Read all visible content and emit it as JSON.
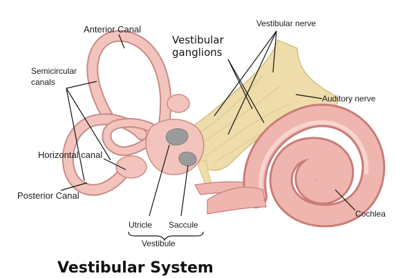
{
  "title": "Vestibular System",
  "labels": {
    "anterior_canal": "Anterior Canal",
    "semicircular_1": "Semicircular",
    "semicircular_2": "canals",
    "vestibular_ganglions_1": "Vestibular",
    "vestibular_ganglions_2": "ganglions",
    "vestibular_nerve": "Vestibular nerve",
    "auditory_nerve": "Auditory nerve",
    "horizontal_canal": "Horizontal canal",
    "posterior_canal": "Posterior Canal",
    "cochlea": "Cochlea",
    "utricle": "Utricle",
    "saccule": "Saccule",
    "vestibule": "Vestibule"
  },
  "colors": {
    "canal_fill": "#f2c4bd",
    "canal_stroke": "#c98a84",
    "nerve_fill": "#eedcaa",
    "nerve_stroke": "#d4bf82",
    "cochlea_fill": "#efb6b0",
    "cochlea_dark": "#c97c78",
    "vestibule_gray": "#9b9b9b"
  }
}
